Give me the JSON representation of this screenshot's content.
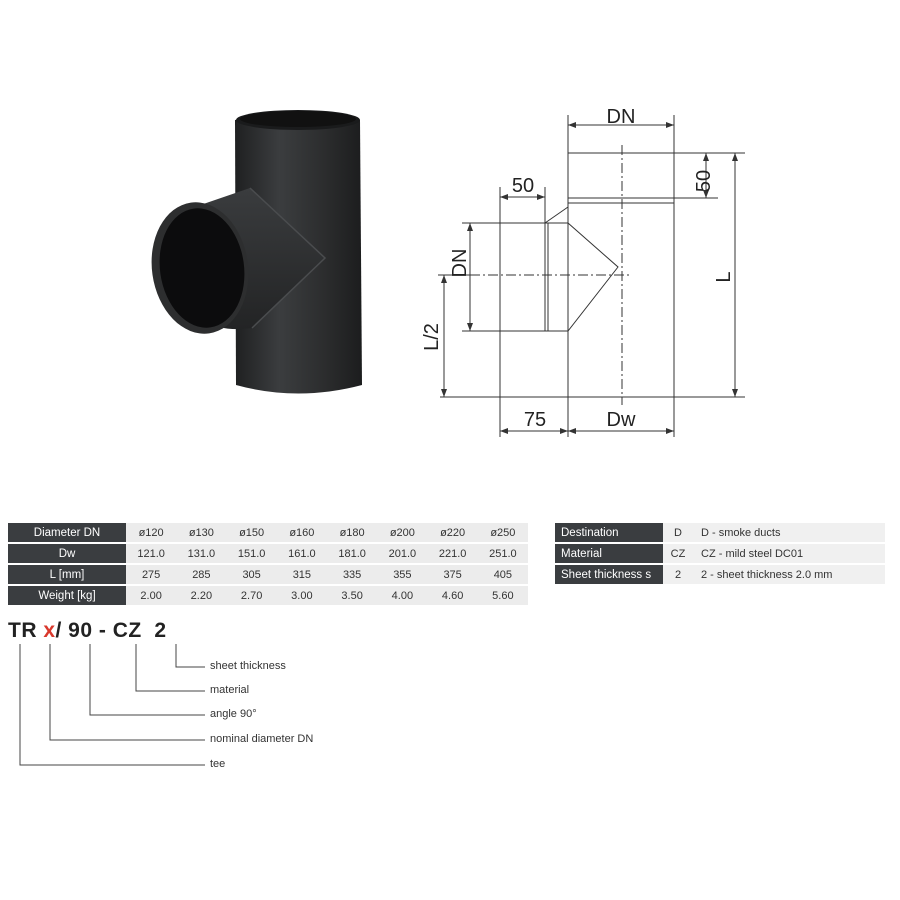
{
  "drawing": {
    "dn_top": "DN",
    "top_50": "50",
    "left_50": "50",
    "dn_left": "DN",
    "l_half": "L/2",
    "l": "L",
    "bottom_75": "75",
    "dw": "Dw"
  },
  "spec_table": {
    "rows": [
      {
        "label": "Diameter DN",
        "values": [
          "ø120",
          "ø130",
          "ø150",
          "ø160",
          "ø180",
          "ø200",
          "ø220",
          "ø250"
        ]
      },
      {
        "label": "Dw",
        "values": [
          "121.0",
          "131.0",
          "151.0",
          "161.0",
          "181.0",
          "201.0",
          "221.0",
          "251.0"
        ]
      },
      {
        "label": "L [mm]",
        "values": [
          "275",
          "285",
          "305",
          "315",
          "335",
          "355",
          "375",
          "405"
        ]
      },
      {
        "label": "Weight [kg]",
        "values": [
          "2.00",
          "2.20",
          "2.70",
          "3.00",
          "3.50",
          "4.00",
          "4.60",
          "5.60"
        ]
      }
    ]
  },
  "code_table": {
    "rows": [
      {
        "label": "Destination",
        "code": "D",
        "desc": "D - smoke ducts"
      },
      {
        "label": "Material",
        "code": "CZ",
        "desc": "CZ - mild steel DC01"
      },
      {
        "label": "Sheet thickness s",
        "code": "2",
        "desc": "2 - sheet thickness 2.0 mm"
      }
    ]
  },
  "product_code": {
    "prefix": "TR ",
    "x": "x",
    "rest": "/ 90 - CZ  2"
  },
  "legend": {
    "sheet_thickness": "sheet thickness",
    "material": "material",
    "angle": "angle 90°",
    "nominal_diameter": "nominal diameter DN",
    "tee": "tee"
  },
  "colors": {
    "pipe": "#2e2f30",
    "header_bg": "#3a3d40",
    "accent_x": "#d9382c"
  }
}
